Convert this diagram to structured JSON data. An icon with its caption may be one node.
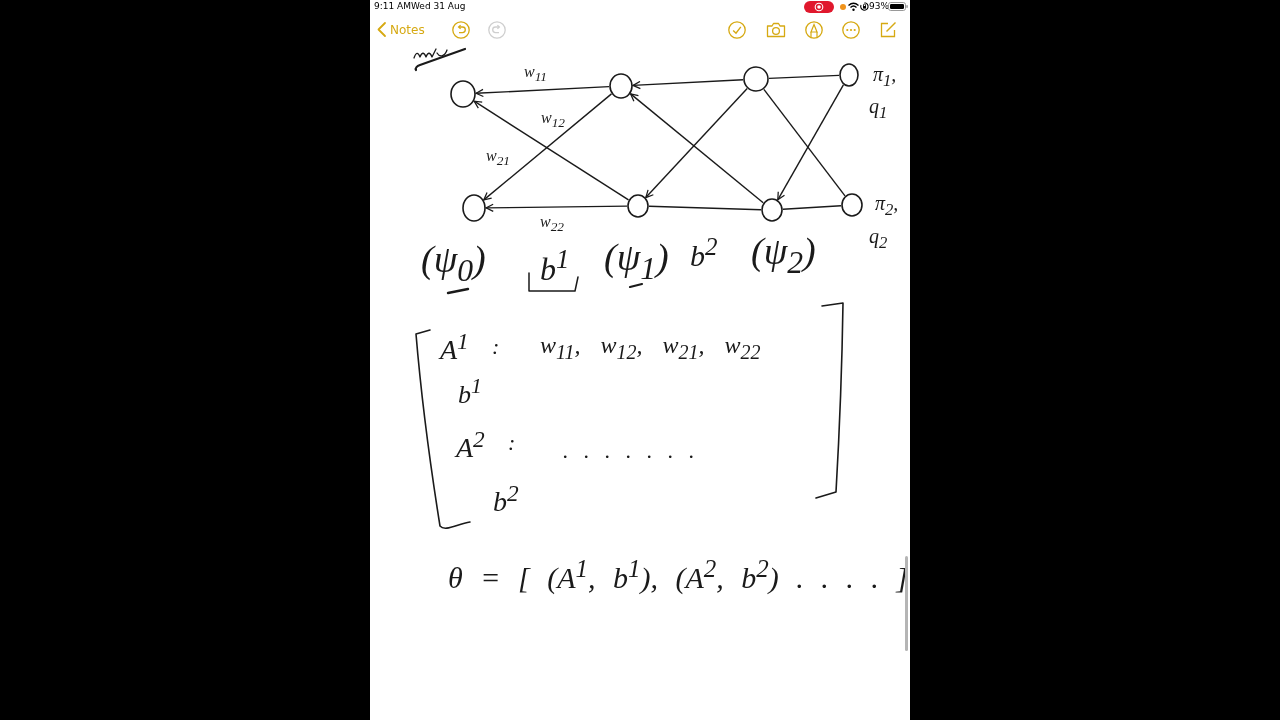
{
  "diagram": {
    "nodes": [
      {
        "text": [],
        "shape": "circle"
      },
      {
        "text": [],
        "shape": "circle"
      },
      {
        "text": [],
        "shape": "circle"
      },
      {
        "text": [],
        "shape": "circle"
      },
      {
        "text": [],
        "shape": "circle"
      },
      {
        "text": [],
        "shape": "circle"
      },
      {
        "text": [],
        "shape": "circle",
        "beside": [
          "π$_{1}$,",
          "q$_{1}$"
        ]
      },
      {
        "text": [],
        "shape": "circle",
        "beside": [
          "π$_{2}$,",
          "q$_{2}$"
        ]
      }
    ],
    "edges": [
      {
        "from": 2,
        "to": 0,
        "arrow": "to",
        "label": "w$_{11}$"
      },
      {
        "from": 3,
        "to": 0,
        "arrow": "to",
        "label": "w$_{12}$"
      },
      {
        "from": 2,
        "to": 1,
        "arrow": "to",
        "label": "w$_{21}$"
      },
      {
        "from": 3,
        "to": 1,
        "arrow": "to",
        "label": "w$_{22}$"
      },
      {
        "from": 4,
        "to": 2,
        "arrow": "to"
      },
      {
        "from": 5,
        "to": 2,
        "arrow": "to"
      },
      {
        "from": 4,
        "to": 3,
        "arrow": "to"
      },
      {
        "from": 5,
        "to": 3,
        "arrow": "none"
      },
      {
        "from": 6,
        "to": 4,
        "arrow": "none"
      },
      {
        "from": 7,
        "to": 4,
        "arrow": "none"
      },
      {
        "from": 6,
        "to": 5,
        "arrow": "to"
      },
      {
        "from": 7,
        "to": 5,
        "arrow": "none"
      }
    ],
    "labels": [
      "9:11 AM",
      "Wed 31 Aug",
      "93%",
      "Notes",
      "(ψ$_{0}$)",
      "b$^{1}$",
      "(ψ$_{1}$)",
      "b$^{2}$",
      "(ψ$_{2}$)",
      "A$^{1}$",
      ":",
      "w$_{11}$, w$_{12}$, w$_{21}$, w$_{22}$",
      "b$^{1}$",
      "A$^{2}$",
      ":",
      ". . . . . . .",
      "b$^{2}$",
      "θ = [ (A$^{1}$, b$^{1}$), (A$^{2}$, b$^{2}$) . . . . ]"
    ]
  }
}
